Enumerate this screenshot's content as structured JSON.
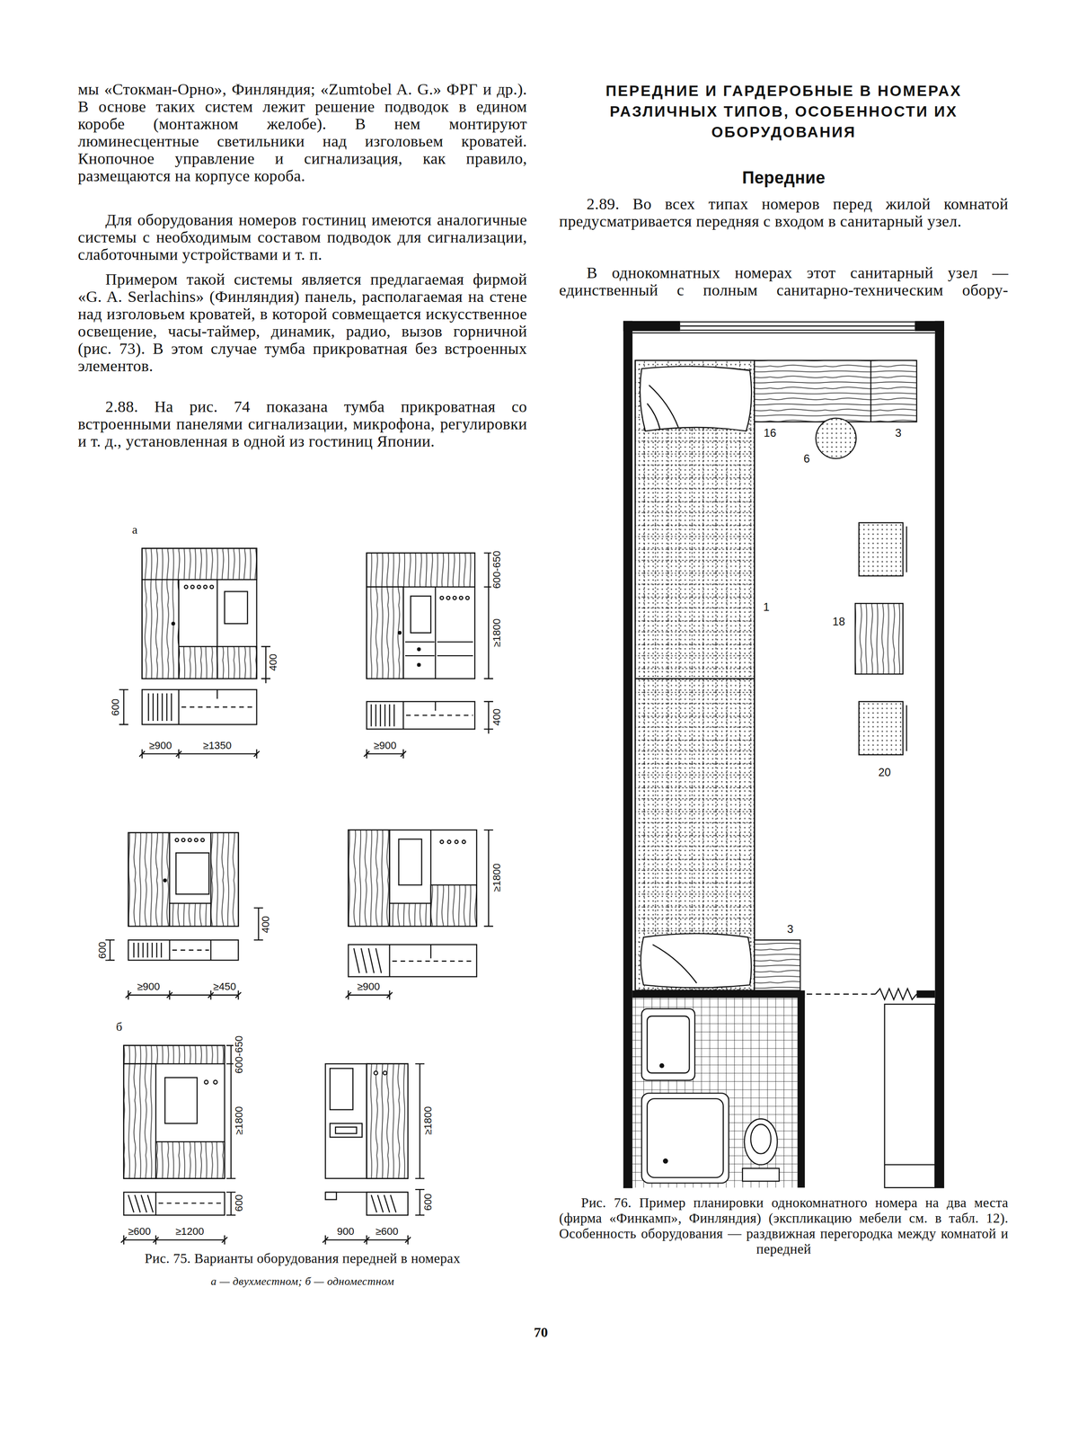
{
  "diagram": {
    "title": "ПЕРЕДНИЕ И ГАРДЕРОБНЫЕ В НОМЕРАХ РАЗЛИЧНЫХ ТИПОВ, ОСОБЕННОСТИ ИХ ОБОРУДОВАНИЯ",
    "labels": [
      "мы «Стокман-Орно», Финляндия; «Zumtobel A. G.» ФРГ и др.). В основе таких систем лежит решение подводок в едином коробе (монтажном желобе). В нем монтируют люминесцентные светильники над изголовьем кроватей. Кнопочное управление и сигнализация, как правило, размещаются на корпусе короба.",
      "Для оборудования номеров гостиниц имеются аналогичные системы с необходимым составом подводок для сигнализации, слаботочными устройствами и т. п.",
      "Примером такой системы является предлагаемая фирмой «G. A. Serlachins» (Финляндия) панель, располагаемая на стене над изголовьем кроватей, в которой совмещается искусственное освещение, часы-таймер, динамик, радио, вызов горничной (рис. 73). В этом случае тумба прикроватная без встроенных элементов.",
      "2.88. На рис. 74 показана тумба прикроватная со встроенными панелями сигнализации, микрофона, регулировки и т. д., установленная в одной из гостиниц Японии.",
      "Передние",
      "2.89. Во всех типах номеров перед жилой комнатой предусматривается передняя с входом в санитарный узел.",
      "В однокомнатных номерах этот санитарный узел — единственный с полным санитарно-техническим обору-",
      "а",
      "400",
      "600",
      "≥900",
      "≥1350",
      "600-650",
      "≥1800",
      "400",
      "≥900",
      "400",
      "600",
      "≥900",
      "≥450",
      "≥1800",
      "≥900",
      "б",
      "600-650",
      "≥1800",
      "600",
      "≥600",
      "≥1200",
      "≥1800",
      "600",
      "900",
      "≥600",
      "Рис. 75. Варианты оборудования передней в номерах",
      "а — двухместном; б — одноместном",
      "16",
      "3",
      "6",
      "1",
      "18",
      "20",
      "3",
      "Рис. 76. Пример планировки однокомнатного номера на два места (фирма «Финкамп», Финляндия) (экспликацию мебели см. в табл. 12). Особенность оборудования — раздвижная перегородка между комнатой и передней",
      "70"
    ]
  }
}
